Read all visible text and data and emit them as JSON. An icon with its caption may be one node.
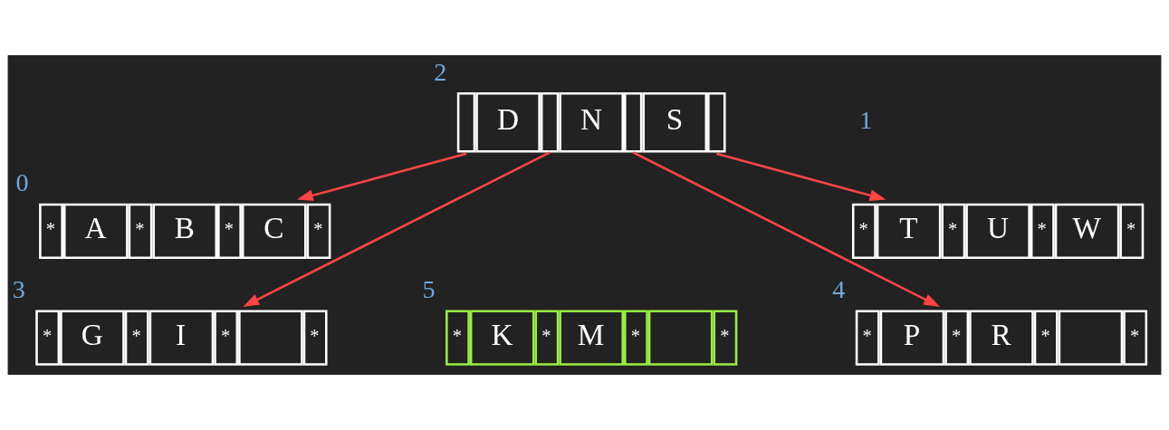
{
  "diagram": {
    "nodes": [
      {
        "text": [
          "D",
          "N",
          "S"
        ],
        "beside": [
          "2"
        ]
      },
      {
        "text": [
          "*",
          "A",
          "*",
          "B",
          "*",
          "C",
          "*"
        ],
        "beside": [
          "0"
        ]
      },
      {
        "text": [
          "*",
          "T",
          "*",
          "U",
          "*",
          "W",
          "*"
        ]
      },
      {
        "text": [
          "*",
          "G",
          "*",
          "I",
          "*",
          "*"
        ],
        "beside": [
          "3"
        ]
      },
      {
        "text": [
          "*",
          "K",
          "*",
          "M",
          "*",
          "*"
        ],
        "beside": [
          "5"
        ]
      },
      {
        "text": [
          "*",
          "P",
          "*",
          "R",
          "*",
          "*"
        ],
        "beside": [
          "4"
        ]
      }
    ],
    "edges": [
      {
        "from": 0,
        "to": 1,
        "arrow": "to"
      },
      {
        "from": 0,
        "to": 3,
        "arrow": "to"
      },
      {
        "from": 0,
        "to": 5,
        "arrow": "to"
      },
      {
        "from": 0,
        "to": 2,
        "arrow": "to"
      }
    ],
    "labels": [
      "1"
    ]
  }
}
